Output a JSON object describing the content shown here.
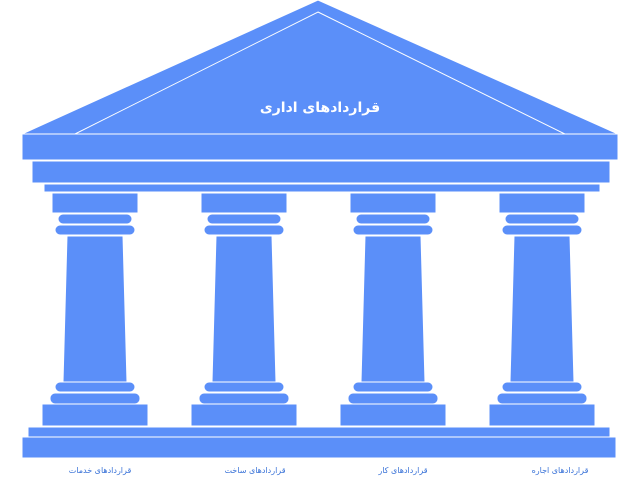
{
  "diagram": {
    "title": "قراردادهای اداری",
    "colors": {
      "fill": "#5b8ff9",
      "outline": "#ffffff",
      "label": "#3a73d8"
    },
    "pillar_labels": [
      "قراردادهای اجاره",
      "قراردادهای کار",
      "قراردادهای ساخت",
      "قراردادهای خدمات"
    ]
  }
}
